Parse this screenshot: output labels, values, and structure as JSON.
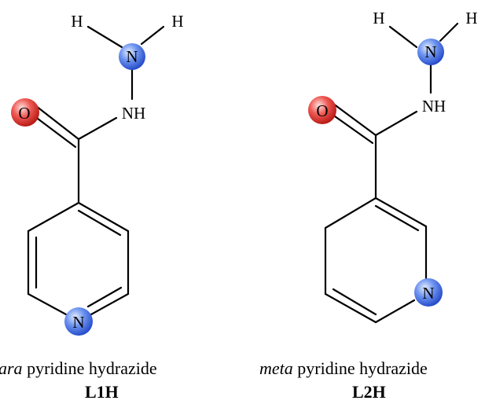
{
  "molecules": [
    {
      "atoms": {
        "h_left": "H",
        "h_right": "H",
        "n_amine": "N",
        "nh": "NH",
        "o": "O",
        "n_ring": "N"
      },
      "caption_prefix": "ara",
      "caption_rest": " pyridine hydrazide",
      "code": "L1H"
    },
    {
      "atoms": {
        "h_left": "H",
        "h_right": "H",
        "n_amine": "N",
        "nh": "NH",
        "o": "O",
        "n_ring": "N"
      },
      "caption_prefix": "meta",
      "caption_rest": " pyridine hydrazide",
      "code": "L2H"
    }
  ],
  "colors": {
    "oxygen": "#e0302c",
    "nitrogen": "#3f6fe6",
    "bond": "#000000"
  }
}
